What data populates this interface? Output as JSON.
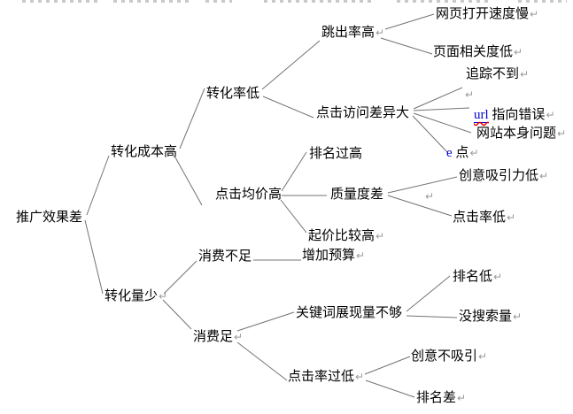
{
  "symbols": {
    "pilcrow": "↵"
  },
  "colors": {
    "text": "#000000",
    "connector_line": "#737373",
    "pilcrow_gray": "#9a9a9a",
    "url_blue": "#0000cc",
    "spellcheck_red": "#ee0000"
  },
  "diagram": {
    "type": "mindmap-tree",
    "root_label": "推广效果差",
    "direction": "left-to-right"
  },
  "nodes": {
    "root": {
      "label": "推广效果差"
    },
    "conv_cost": {
      "label": "转化成本高"
    },
    "conv_rate": {
      "label": "转化率低"
    },
    "bounce": {
      "label": "跳出率高"
    },
    "page_slow": {
      "label": "网页打开速度慢"
    },
    "page_rel_low": {
      "label": "页面相关度低"
    },
    "click_visit_diff": {
      "label": "点击访问差异大"
    },
    "no_track": {
      "label": "追踪不到"
    },
    "empty_branch": {
      "label": ""
    },
    "url_err": {
      "prefix": "url",
      "rest": " 指向错误"
    },
    "site_issue": {
      "label": "网站本身问题"
    },
    "e_dot": {
      "prefix": "e",
      "rest": " 点"
    },
    "cpc_high": {
      "label": "点击均价高"
    },
    "rank_too_high": {
      "label": "排名过高"
    },
    "quality_poor": {
      "label": "质量度差"
    },
    "creative_appeal_low": {
      "label": "创意吸引力低"
    },
    "ctr_low": {
      "label": "点击率低"
    },
    "start_price_high": {
      "label": "起价比较高"
    },
    "conv_vol_low": {
      "label": "转化量少"
    },
    "spend_insufficient": {
      "label": "消费不足"
    },
    "add_budget": {
      "label": "增加预算"
    },
    "spend_enough": {
      "label": "消费足"
    },
    "kw_impressions_low": {
      "label": "关键词展现量不够"
    },
    "rank_low": {
      "label": "排名低"
    },
    "no_search_volume": {
      "label": "没搜索量"
    },
    "ctr_too_low": {
      "label": "点击率过低"
    },
    "creative_unattractive": {
      "label": "创意不吸引"
    },
    "rank_poor": {
      "label": "排名差"
    }
  },
  "edges": [
    [
      "root",
      "conv_cost"
    ],
    [
      "root",
      "conv_vol_low"
    ],
    [
      "conv_cost",
      "conv_rate"
    ],
    [
      "conv_cost",
      "cpc_high"
    ],
    [
      "conv_rate",
      "bounce"
    ],
    [
      "conv_rate",
      "click_visit_diff"
    ],
    [
      "bounce",
      "page_slow"
    ],
    [
      "bounce",
      "page_rel_low"
    ],
    [
      "click_visit_diff",
      "empty_branch"
    ],
    [
      "click_visit_diff",
      "url_err"
    ],
    [
      "click_visit_diff",
      "site_issue"
    ],
    [
      "click_visit_diff",
      "e_dot"
    ],
    [
      "cpc_high",
      "rank_too_high"
    ],
    [
      "cpc_high",
      "quality_poor"
    ],
    [
      "cpc_high",
      "start_price_high"
    ],
    [
      "quality_poor",
      "creative_appeal_low"
    ],
    [
      "quality_poor",
      "ctr_low"
    ],
    [
      "conv_vol_low",
      "spend_insufficient"
    ],
    [
      "conv_vol_low",
      "spend_enough"
    ],
    [
      "spend_insufficient",
      "add_budget"
    ],
    [
      "spend_enough",
      "kw_impressions_low"
    ],
    [
      "spend_enough",
      "ctr_too_low"
    ],
    [
      "kw_impressions_low",
      "rank_low"
    ],
    [
      "kw_impressions_low",
      "no_search_volume"
    ],
    [
      "ctr_too_low",
      "creative_unattractive"
    ],
    [
      "ctr_too_low",
      "rank_poor"
    ]
  ]
}
